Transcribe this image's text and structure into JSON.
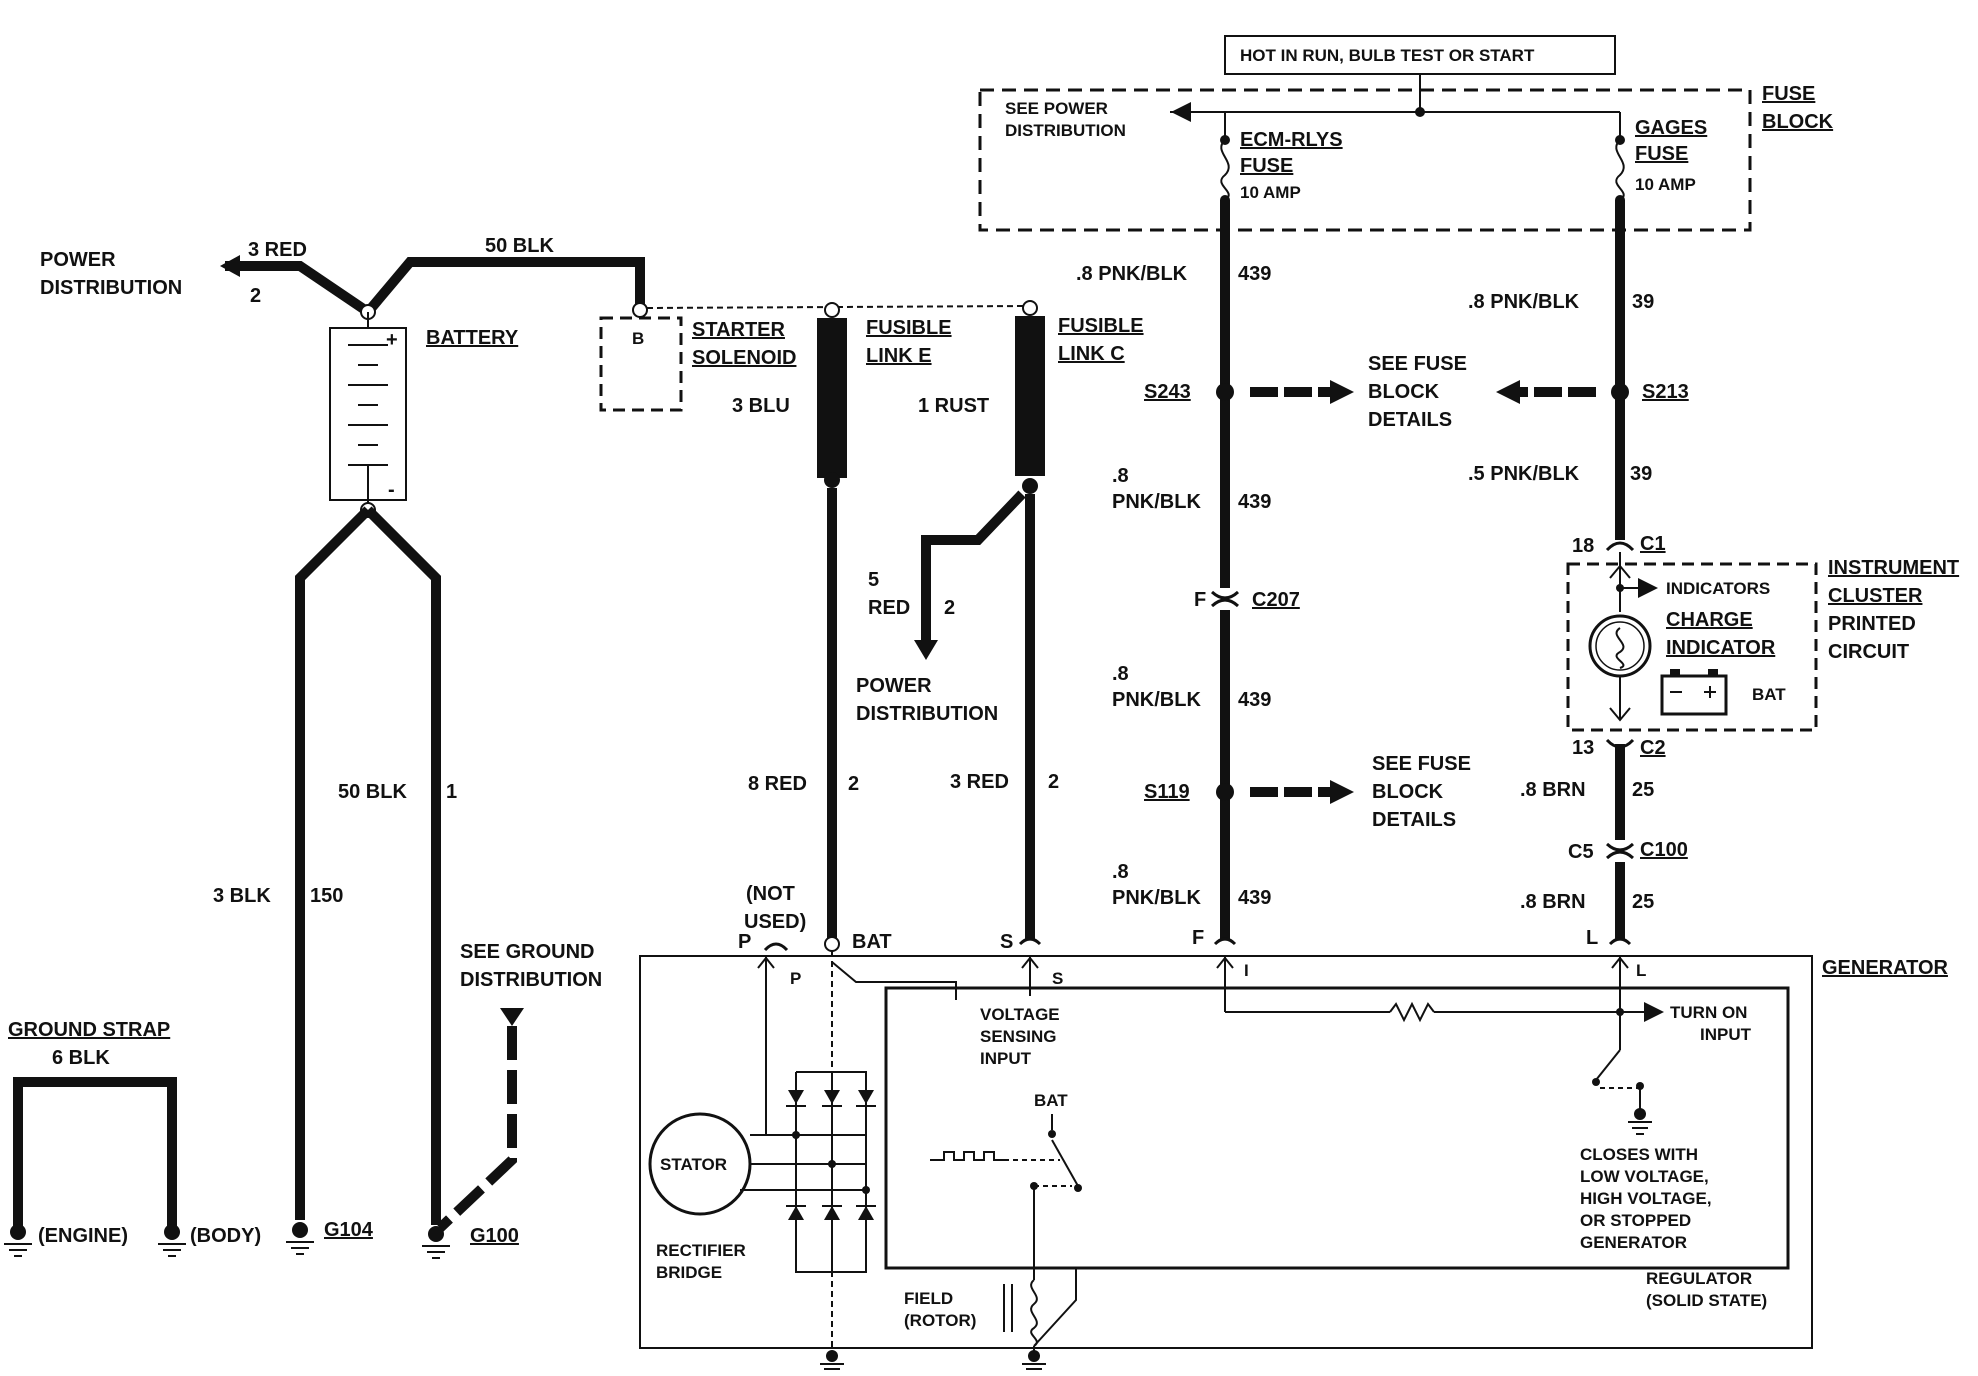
{
  "header": {
    "hot_box": "HOT IN RUN, BULB TEST OR START"
  },
  "fuse_block": {
    "label_line1": "FUSE",
    "label_line2": "BLOCK",
    "see_power_1": "SEE POWER",
    "see_power_2": "DISTRIBUTION",
    "ecm_fuse_1": "ECM-RLYS",
    "ecm_fuse_2": "FUSE",
    "ecm_amp": "10 AMP",
    "gages_fuse_1": "GAGES",
    "gages_fuse_2": "FUSE",
    "gages_amp": "10 AMP"
  },
  "battery_section": {
    "power_dist_1": "POWER",
    "power_dist_2": "DISTRIBUTION",
    "wire_3red": "3 RED",
    "num_2": "2",
    "wire_50blk_top": "50 BLK",
    "battery": "BATTERY",
    "plus": "+",
    "minus": "-",
    "wire_50blk": "50 BLK",
    "num_1": "1",
    "wire_3blk": "3 BLK",
    "num_150": "150",
    "see_ground_1": "SEE GROUND",
    "see_ground_2": "DISTRIBUTION",
    "ground_strap": "GROUND STRAP",
    "strap_wire": "6 BLK",
    "engine": "(ENGINE)",
    "body": "(BODY)",
    "g104": "G104",
    "g100": "G100"
  },
  "starter": {
    "b": "B",
    "label_1": "STARTER",
    "label_2": "SOLENOID"
  },
  "fusible_links": {
    "e_1": "FUSIBLE",
    "e_2": "LINK E",
    "e_wire": "3 BLU",
    "c_1": "FUSIBLE",
    "c_2": "LINK C",
    "c_wire": "1 RUST",
    "red5_a": "5",
    "red5_b": "RED",
    "red5_num": "2",
    "power_dist_1": "POWER",
    "power_dist_2": "DISTRIBUTION",
    "wire_8red": "8 RED",
    "wire_8red_num": "2",
    "wire_3red": "3 RED",
    "wire_3red_num": "2"
  },
  "circuit_439": {
    "w1": ".8 PNK/BLK",
    "n1": "439",
    "s243": "S243",
    "see_fuse_1": "SEE FUSE",
    "see_fuse_2": "BLOCK",
    "see_fuse_3": "DETAILS",
    "w2a": ".8",
    "w2b": "PNK/BLK",
    "n2": "439",
    "f": "F",
    "c207": "C207",
    "w3a": ".8",
    "w3b": "PNK/BLK",
    "n3": "439",
    "s119": "S119",
    "see_fuse2_1": "SEE FUSE",
    "see_fuse2_2": "BLOCK",
    "see_fuse2_3": "DETAILS",
    "w4a": ".8",
    "w4b": "PNK/BLK",
    "n4": "439"
  },
  "circuit_39": {
    "w1": ".8 PNK/BLK",
    "n1": "39",
    "s213": "S213",
    "w2": ".5 PNK/BLK",
    "n2": "39",
    "pin18": "18",
    "c1": "C1",
    "indicators": "INDICATORS",
    "charge_1": "CHARGE",
    "charge_2": "INDICATOR",
    "bat": "BAT",
    "cluster_1": "INSTRUMENT",
    "cluster_2": "CLUSTER",
    "cluster_3": "PRINTED",
    "cluster_4": "CIRCUIT",
    "pin13": "13",
    "c2": "C2",
    "w3": ".8 BRN",
    "n3": "25",
    "c5": "C5",
    "c100": "C100",
    "w4": ".8 BRN",
    "n4": "25"
  },
  "generator": {
    "label": "GENERATOR",
    "not_used_1": "(NOT",
    "not_used_2": "USED)",
    "p": "P",
    "p_in": "P",
    "bat": "BAT",
    "s": "S",
    "s_in": "S",
    "f": "F",
    "i": "I",
    "l": "L",
    "l_in": "L",
    "voltage_1": "VOLTAGE",
    "voltage_2": "SENSING",
    "voltage_3": "INPUT",
    "reg_bat": "BAT",
    "stator": "STATOR",
    "rect_1": "RECTIFIER",
    "rect_2": "BRIDGE",
    "field_1": "FIELD",
    "field_2": "(ROTOR)",
    "turn_on_1": "TURN ON",
    "turn_on_2": "INPUT",
    "closes_1": "CLOSES WITH",
    "closes_2": "LOW VOLTAGE,",
    "closes_3": "HIGH VOLTAGE,",
    "closes_4": "OR STOPPED",
    "closes_5": "GENERATOR",
    "reg_1": "REGULATOR",
    "reg_2": "(SOLID STATE)"
  }
}
